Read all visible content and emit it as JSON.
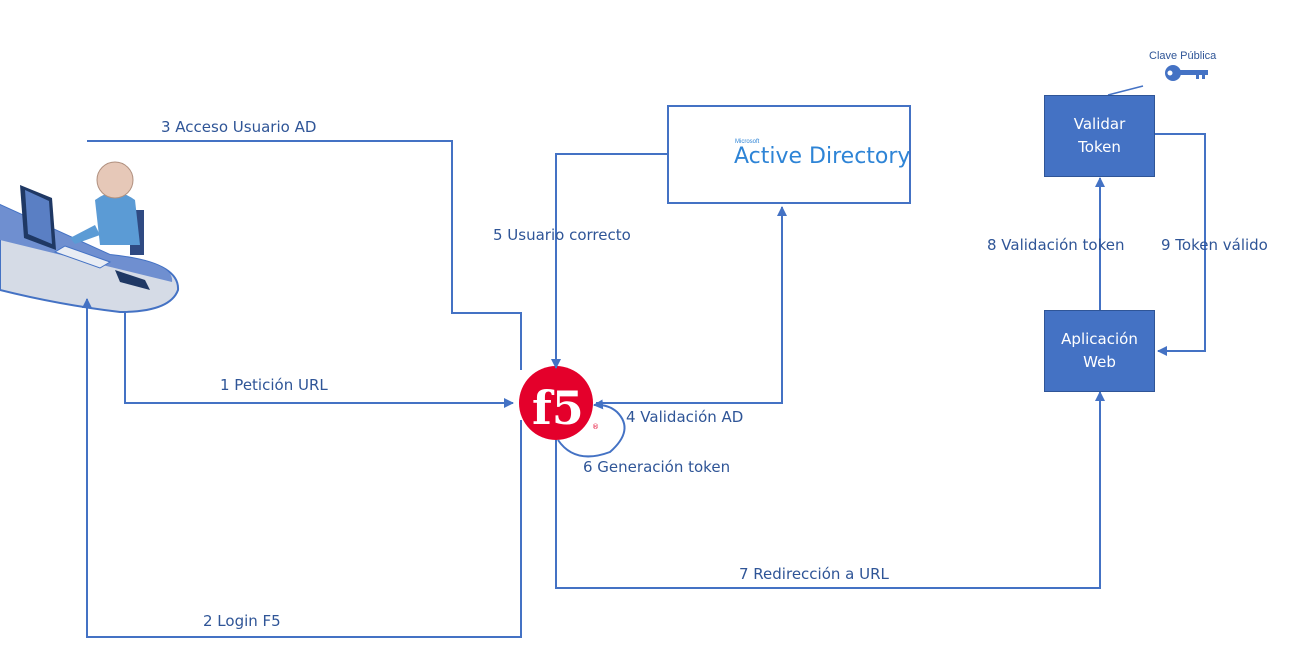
{
  "nodes": {
    "active_directory": {
      "brand": "Microsoft",
      "name": "Active Directory"
    },
    "validate_token": {
      "line1": "Validar",
      "line2": "Token"
    },
    "web_app": {
      "line1": "Aplicación",
      "line2": "Web"
    },
    "public_key": {
      "label": "Clave Pública"
    }
  },
  "edges": [
    {
      "id": "e1",
      "label": "1 Petición URL"
    },
    {
      "id": "e2",
      "label": "2 Login F5"
    },
    {
      "id": "e3",
      "label": "3 Acceso Usuario AD"
    },
    {
      "id": "e4",
      "label": "4 Validación AD"
    },
    {
      "id": "e5",
      "label": "5 Usuario correcto"
    },
    {
      "id": "e6",
      "label": "6 Generación token"
    },
    {
      "id": "e7",
      "label": "7 Redirección a URL"
    },
    {
      "id": "e8",
      "label": "8 Validación token"
    },
    {
      "id": "e9",
      "label": "9 Token válido"
    }
  ],
  "colors": {
    "line": "#4472c4",
    "label_text": "#2f5597",
    "box_fill": "#4472c4",
    "f5_red": "#e4002b",
    "ad_blue": "#2e84d6"
  }
}
